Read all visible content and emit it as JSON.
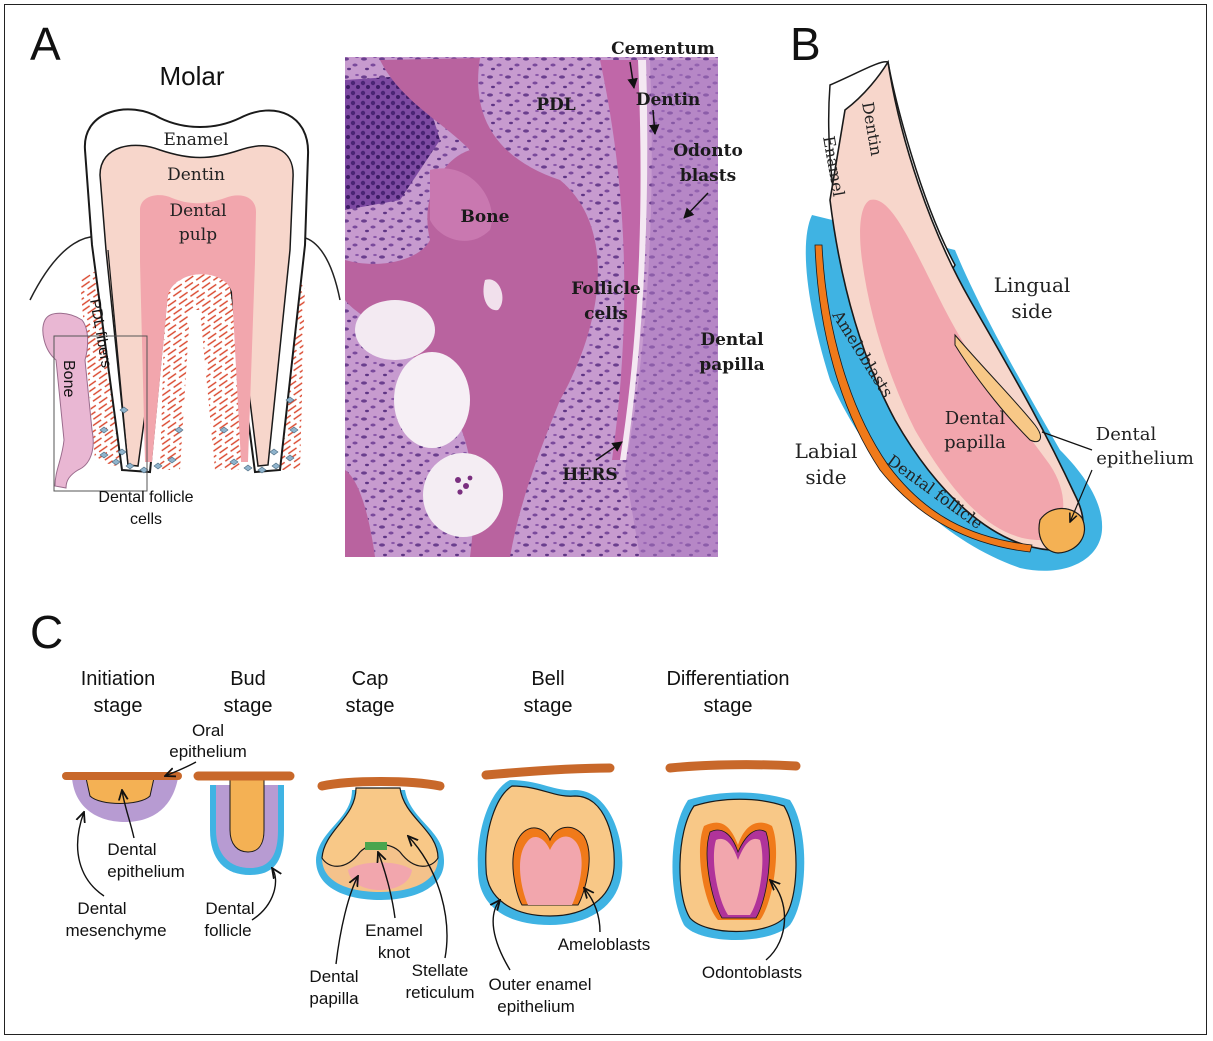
{
  "panels": {
    "a": "A",
    "b": "B",
    "c": "C"
  },
  "panel_a": {
    "title": "Molar",
    "enamel": "Enamel",
    "dentin": "Dentin",
    "dental_pulp_1": "Dental",
    "dental_pulp_2": "pulp",
    "pdl_fibers": "PDL fibers",
    "bone": "Bone",
    "follicle_1": "Dental follicle",
    "follicle_2": "cells"
  },
  "histology": {
    "cementum": "Cementum",
    "dentin": "Dentin",
    "pdl": "PDL",
    "odonto_1": "Odonto",
    "odonto_2": "blasts",
    "bone": "Bone",
    "follicle_1": "Follicle",
    "follicle_2": "cells",
    "papilla_1": "Dental",
    "papilla_2": "papilla",
    "hers": "HERS"
  },
  "panel_b": {
    "dentin": "Dentin",
    "enamel": "Enamel",
    "lingual_1": "Lingual",
    "lingual_2": "side",
    "ameloblasts": "Ameloblasts",
    "papilla_1": "Dental",
    "papilla_2": "papilla",
    "epithelium_1": "Dental",
    "epithelium_2": "epithelium",
    "labial_1": "Labial",
    "labial_2": "side",
    "follicle": "Dental follicle"
  },
  "panel_c": {
    "stages": [
      {
        "line1": "Initiation",
        "line2": "stage"
      },
      {
        "line1": "Bud",
        "line2": "stage"
      },
      {
        "line1": "Cap",
        "line2": "stage"
      },
      {
        "line1": "Bell",
        "line2": "stage"
      },
      {
        "line1": "Differentiation",
        "line2": "stage"
      }
    ],
    "oral_epithelium_1": "Oral",
    "oral_epithelium_2": "epithelium",
    "dental_epithelium_1": "Dental",
    "dental_epithelium_2": "epithelium",
    "dental_mesenchyme_1": "Dental",
    "dental_mesenchyme_2": "mesenchyme",
    "dental_follicle_1": "Dental",
    "dental_follicle_2": "follicle",
    "dental_papilla_1": "Dental",
    "dental_papilla_2": "papilla",
    "enamel_knot_1": "Enamel",
    "enamel_knot_2": "knot",
    "stellate_1": "Stellate",
    "stellate_2": "reticulum",
    "outer_enamel_1": "Outer enamel",
    "outer_enamel_2": "epithelium",
    "ameloblasts": "Ameloblasts",
    "odontoblasts": "Odontoblasts"
  },
  "colors": {
    "enamel": "#ffffff",
    "dentin": "#f7d6cb",
    "pulp": "#f2a6ad",
    "bone": "#e9b7d3",
    "follicle": "#3fb3e3",
    "ameloblast": "#f07a1a",
    "epithelium": "#f8c887",
    "mesenchyme": "#b79bd2",
    "oral": "#c8682a",
    "knot": "#4aa54e",
    "odontoblast": "#b0339a",
    "pdl_fiber": "#d9442a",
    "histo_bg": "#c99ad0",
    "histo_bone": "#b9639f"
  }
}
